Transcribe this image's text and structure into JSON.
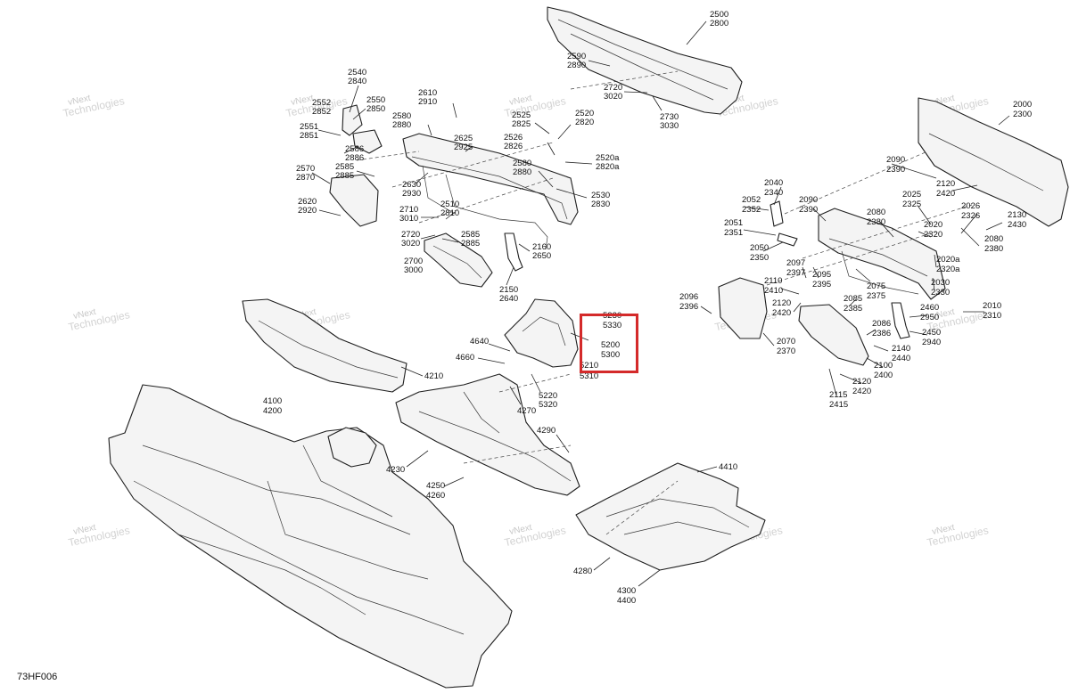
{
  "drawing_code": "73HF006",
  "watermark": {
    "line1": "vNext",
    "line2": "Technologies"
  },
  "highlight_color": "#d42a2a",
  "callouts": [
    {
      "id": "c2500",
      "a": "2500",
      "b": "2800"
    },
    {
      "id": "c2590",
      "a": "2590",
      "b": "2890"
    },
    {
      "id": "c2720a",
      "a": "2720",
      "b": "3020"
    },
    {
      "id": "c2730",
      "a": "2730",
      "b": "3030"
    },
    {
      "id": "c2540",
      "a": "2540",
      "b": "2840"
    },
    {
      "id": "c2552",
      "a": "2552",
      "b": "2852"
    },
    {
      "id": "c2550",
      "a": "2550",
      "b": "2850"
    },
    {
      "id": "c2610",
      "a": "2610",
      "b": "2910"
    },
    {
      "id": "c2580a",
      "a": "2580",
      "b": "2880"
    },
    {
      "id": "c2525",
      "a": "2525",
      "b": "2825"
    },
    {
      "id": "c2520",
      "a": "2520",
      "b": "2820"
    },
    {
      "id": "c2551",
      "a": "2551",
      "b": "2851"
    },
    {
      "id": "c2586",
      "a": "2586",
      "b": "2886"
    },
    {
      "id": "c2625",
      "a": "2625",
      "b": "2925"
    },
    {
      "id": "c2526",
      "a": "2526",
      "b": "2826"
    },
    {
      "id": "c2520a",
      "a": "2520a",
      "b": "2820a"
    },
    {
      "id": "c2570",
      "a": "2570",
      "b": "2870"
    },
    {
      "id": "c2585a",
      "a": "2585",
      "b": "2885"
    },
    {
      "id": "c2580b",
      "a": "2580",
      "b": "2880"
    },
    {
      "id": "c2630",
      "a": "2630",
      "b": "2930"
    },
    {
      "id": "c2530",
      "a": "2530",
      "b": "2830"
    },
    {
      "id": "c2620",
      "a": "2620",
      "b": "2920"
    },
    {
      "id": "c2710",
      "a": "2710",
      "b": "3010"
    },
    {
      "id": "c2510",
      "a": "2510",
      "b": "2810"
    },
    {
      "id": "c2720b",
      "a": "2720",
      "b": "3020"
    },
    {
      "id": "c2585b",
      "a": "2585",
      "b": "2885"
    },
    {
      "id": "c2160",
      "a": "2160",
      "b": "2650"
    },
    {
      "id": "c2700",
      "a": "2700",
      "b": "3000"
    },
    {
      "id": "c2150",
      "a": "2150",
      "b": "2640"
    },
    {
      "id": "c5230",
      "a": "5230",
      "b": "5330"
    },
    {
      "id": "c5200",
      "a": "5200",
      "b": "5300"
    },
    {
      "id": "c5210",
      "a": "5210",
      "b": "5310"
    },
    {
      "id": "c4640",
      "a": "4640",
      "b": ""
    },
    {
      "id": "c4660",
      "a": "4660",
      "b": ""
    },
    {
      "id": "c4210",
      "a": "4210",
      "b": ""
    },
    {
      "id": "c5220",
      "a": "5220",
      "b": "5320"
    },
    {
      "id": "c4270",
      "a": "4270",
      "b": ""
    },
    {
      "id": "c4100",
      "a": "4100",
      "b": "4200"
    },
    {
      "id": "c4290",
      "a": "4290",
      "b": ""
    },
    {
      "id": "c4230",
      "a": "4230",
      "b": ""
    },
    {
      "id": "c4250",
      "a": "4250",
      "b": "4260"
    },
    {
      "id": "c4410",
      "a": "4410",
      "b": ""
    },
    {
      "id": "c4280",
      "a": "4280",
      "b": ""
    },
    {
      "id": "c4300",
      "a": "4300",
      "b": "4400"
    },
    {
      "id": "c2000",
      "a": "2000",
      "b": "2300"
    },
    {
      "id": "c2090a",
      "a": "2090",
      "b": "2390"
    },
    {
      "id": "c2040",
      "a": "2040",
      "b": "2340"
    },
    {
      "id": "c2120a",
      "a": "2120",
      "b": "2420"
    },
    {
      "id": "c2052",
      "a": "2052",
      "b": "2352"
    },
    {
      "id": "c2090b",
      "a": "2090",
      "b": "2390"
    },
    {
      "id": "c2025",
      "a": "2025",
      "b": "2325"
    },
    {
      "id": "c2026",
      "a": "2026",
      "b": "2326"
    },
    {
      "id": "c2080a",
      "a": "2080",
      "b": "2380"
    },
    {
      "id": "c2130",
      "a": "2130",
      "b": "2430"
    },
    {
      "id": "c2051",
      "a": "2051",
      "b": "2351"
    },
    {
      "id": "c2020",
      "a": "2020",
      "b": "2320"
    },
    {
      "id": "c2080b",
      "a": "2080",
      "b": "2380"
    },
    {
      "id": "c2050",
      "a": "2050",
      "b": "2350"
    },
    {
      "id": "c2020a",
      "a": "2020a",
      "b": "2320a"
    },
    {
      "id": "c2097",
      "a": "2097",
      "b": "2397"
    },
    {
      "id": "c2110",
      "a": "2110",
      "b": "2410"
    },
    {
      "id": "c2095",
      "a": "2095",
      "b": "2395"
    },
    {
      "id": "c2075",
      "a": "2075",
      "b": "2375"
    },
    {
      "id": "c2030",
      "a": "2030",
      "b": "2330"
    },
    {
      "id": "c2096",
      "a": "2096",
      "b": "2396"
    },
    {
      "id": "c2120b",
      "a": "2120",
      "b": "2420"
    },
    {
      "id": "c2085",
      "a": "2085",
      "b": "2385"
    },
    {
      "id": "c2460",
      "a": "2460",
      "b": "2950"
    },
    {
      "id": "c2010",
      "a": "2010",
      "b": "2310"
    },
    {
      "id": "c2086",
      "a": "2086",
      "b": "2386"
    },
    {
      "id": "c2070",
      "a": "2070",
      "b": "2370"
    },
    {
      "id": "c2450",
      "a": "2450",
      "b": "2940"
    },
    {
      "id": "c2140",
      "a": "2140",
      "b": "2440"
    },
    {
      "id": "c2100",
      "a": "2100",
      "b": "2400"
    },
    {
      "id": "c2120c",
      "a": "2120",
      "b": "2420"
    },
    {
      "id": "c2115",
      "a": "2115",
      "b": "2415"
    }
  ]
}
